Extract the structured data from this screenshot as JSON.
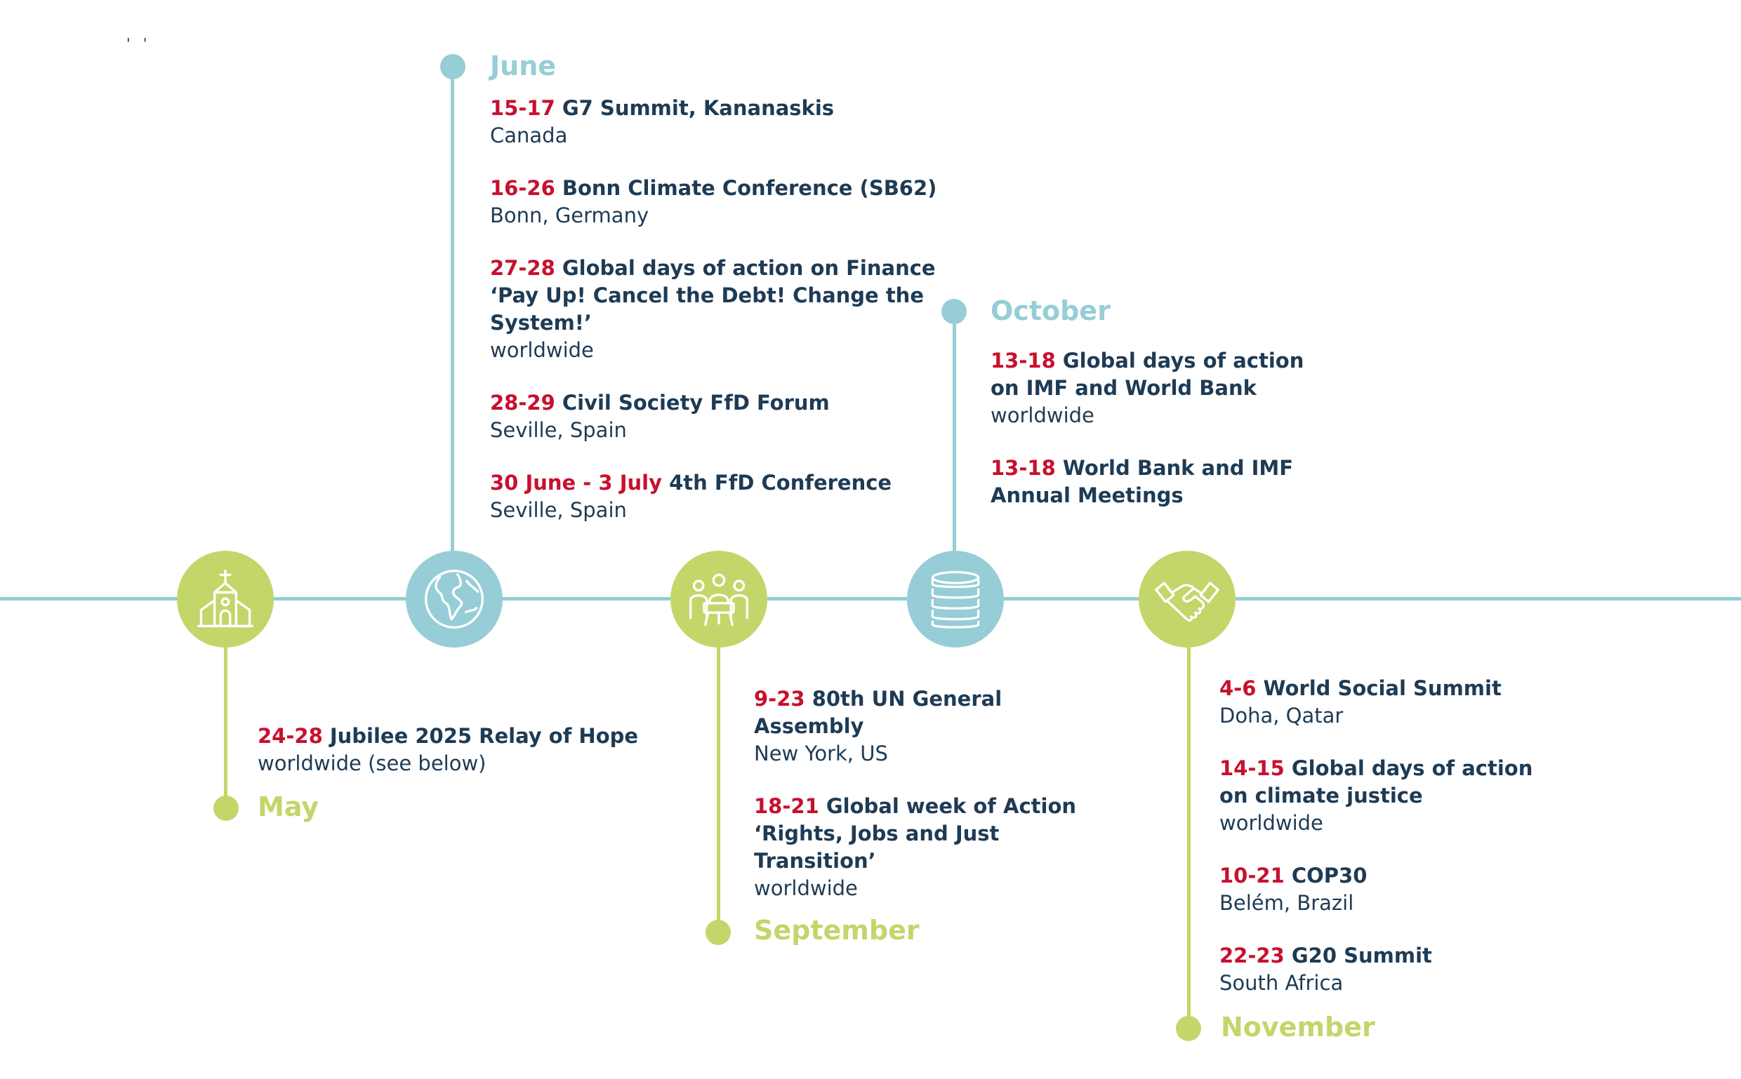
{
  "colors": {
    "blue": "#96cdd6",
    "green": "#c3d66a",
    "date": "#c8102e",
    "text": "#1e3b55"
  },
  "corner_mark": "' '",
  "timeline": [
    {
      "month": "May",
      "icon": "church-icon",
      "events": [
        {
          "date": "24-28",
          "title": "Jubilee 2025 Relay of Hope",
          "location": "worldwide (see below)"
        }
      ]
    },
    {
      "month": "June",
      "icon": "globe-icon",
      "events": [
        {
          "date": "15-17",
          "title": "G7 Summit, Kananaskis",
          "location": "Canada"
        },
        {
          "date": "16-26",
          "title": "Bonn Climate Conference (SB62)",
          "location": "Bonn, Germany"
        },
        {
          "date": "27-28",
          "title": "Global days of action on Finance ‘Pay Up! Cancel the Debt! Change the System!’",
          "location": "worldwide"
        },
        {
          "date": "28-29",
          "title": "Civil Society FfD Forum",
          "location": "Seville, Spain"
        },
        {
          "date": "30 June - 3 July",
          "title": "4th FfD Conference",
          "location": "Seville, Spain"
        }
      ]
    },
    {
      "month": "September",
      "icon": "meeting-icon",
      "events": [
        {
          "date": "9-23",
          "title": "80th UN General Assembly",
          "location": "New York, US"
        },
        {
          "date": "18-21",
          "title": "Global week of Action ‘Rights, Jobs and Just Transition’",
          "location": "worldwide"
        }
      ]
    },
    {
      "month": "October",
      "icon": "coins-icon",
      "events": [
        {
          "date": "13-18",
          "title": "Global days of action on IMF and World Bank",
          "location": "worldwide"
        },
        {
          "date": "13-18",
          "title": "World Bank and IMF Annual Meetings",
          "location": ""
        }
      ]
    },
    {
      "month": "November",
      "icon": "handshake-icon",
      "events": [
        {
          "date": "4-6",
          "title": "World Social Summit",
          "location": "Doha, Qatar"
        },
        {
          "date": "14-15",
          "title": "Global days of action on climate justice",
          "location": "worldwide"
        },
        {
          "date": "10-21",
          "title": "COP30",
          "location": "Belém, Brazil"
        },
        {
          "date": "22-23",
          "title": "G20 Summit",
          "location": "South Africa"
        }
      ]
    }
  ]
}
